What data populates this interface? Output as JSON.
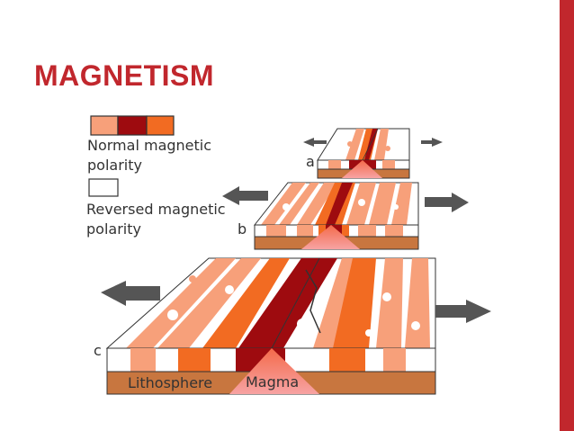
{
  "title": "MAGNETISM",
  "legend": {
    "normal": "Normal magnetic polarity",
    "reversed": "Reversed magnetic polarity"
  },
  "stages": [
    "a",
    "b",
    "c"
  ],
  "labels": {
    "lithosphere": "Lithosphere",
    "magma": "Magma"
  },
  "colors": {
    "title": "#c1272d",
    "accent_bar": "#c1272d",
    "normal_light": "#f7a07a",
    "normal_mid": "#f26b22",
    "normal_dark": "#9e0b0f",
    "reversed": "#ffffff",
    "lithosphere": "#c8763f",
    "magma": "#f7a3a3",
    "arrow": "#555555"
  }
}
